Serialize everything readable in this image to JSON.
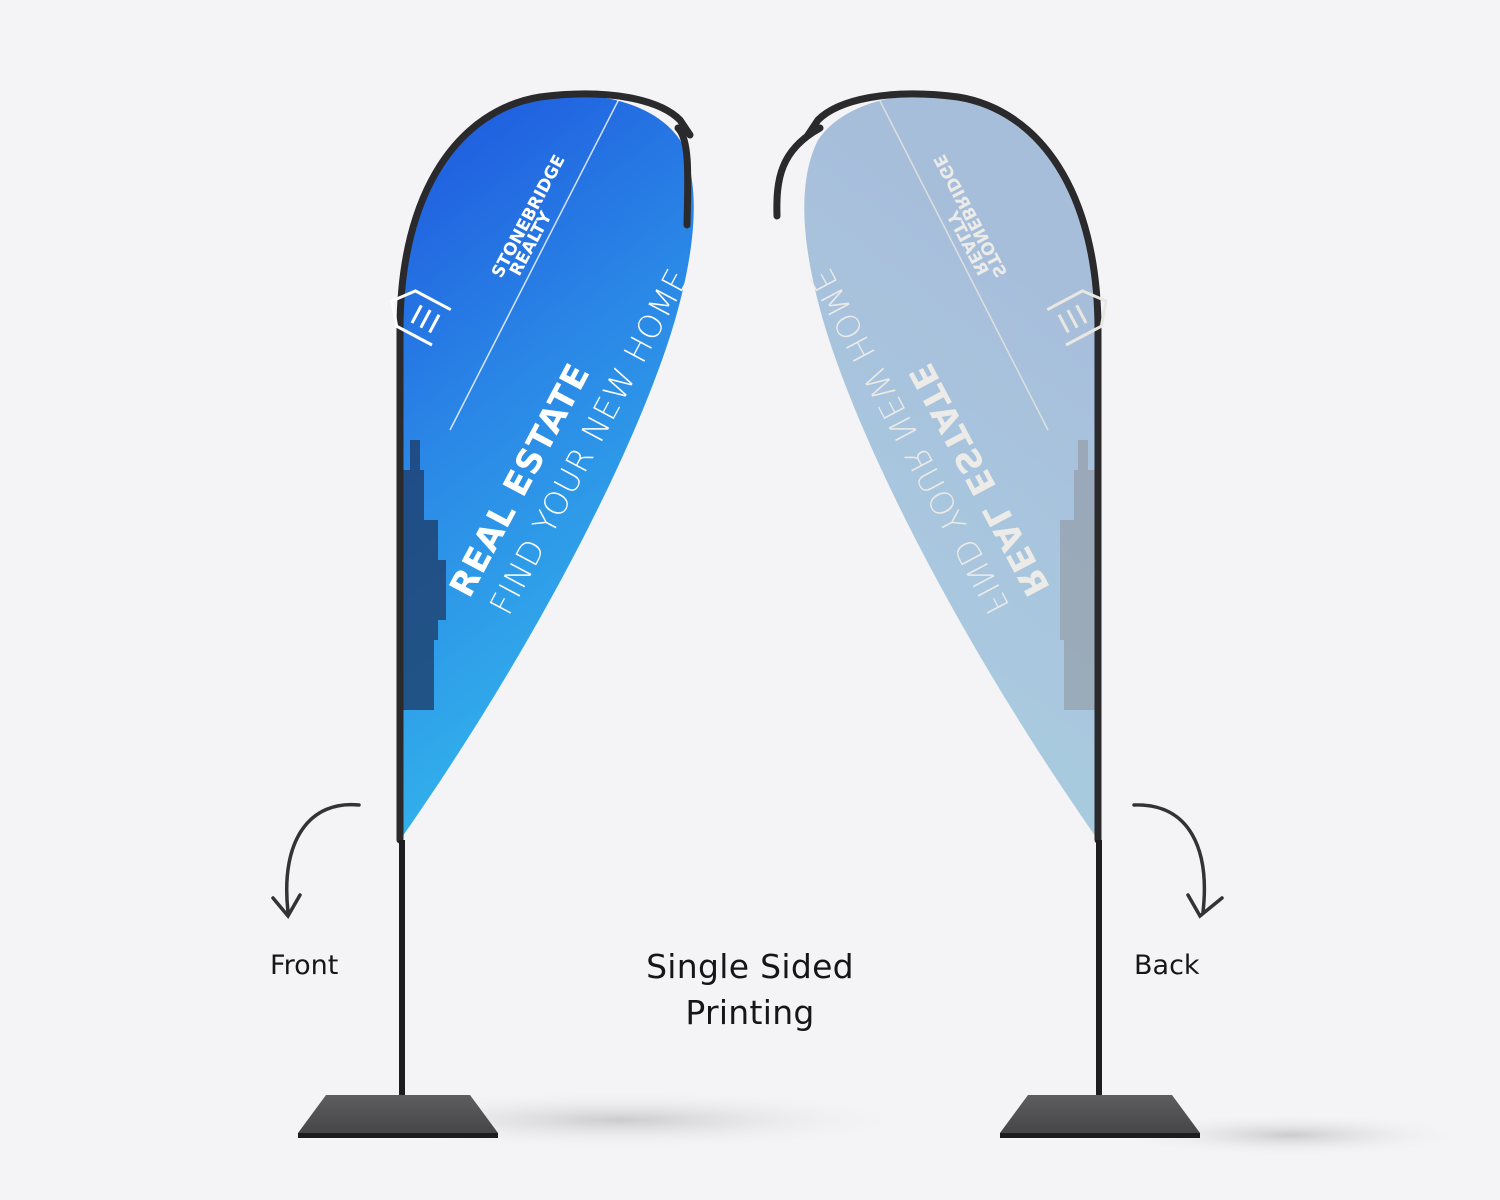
{
  "scene": {
    "background": "#f4f4f6",
    "caption_line1": "Single Sided",
    "caption_line2": "Printing"
  },
  "front_flag": {
    "label": "Front",
    "brand_line1": "STONEBRIDGE",
    "brand_line2": "REALTY",
    "headline": "REAL ESTATE",
    "tagline": "FIND YOUR NEW HOME",
    "colors": {
      "top": "#1f5fe0",
      "bottom": "#2fb0ea"
    },
    "icon": "building-logo-icon"
  },
  "back_flag": {
    "label": "Back",
    "brand_line1": "STONEBRIDGE",
    "brand_line2": "REALTY",
    "headline": "REAL ESTATE",
    "tagline": "FIND YOUR NEW HOME",
    "mirrored": true,
    "colors": {
      "top": "#a9c0dc",
      "bottom": "#a8d2e0"
    },
    "icon": "building-logo-icon"
  },
  "arrows": {
    "front": "curved-arrow-down-left-icon",
    "back": "curved-arrow-down-right-icon"
  }
}
